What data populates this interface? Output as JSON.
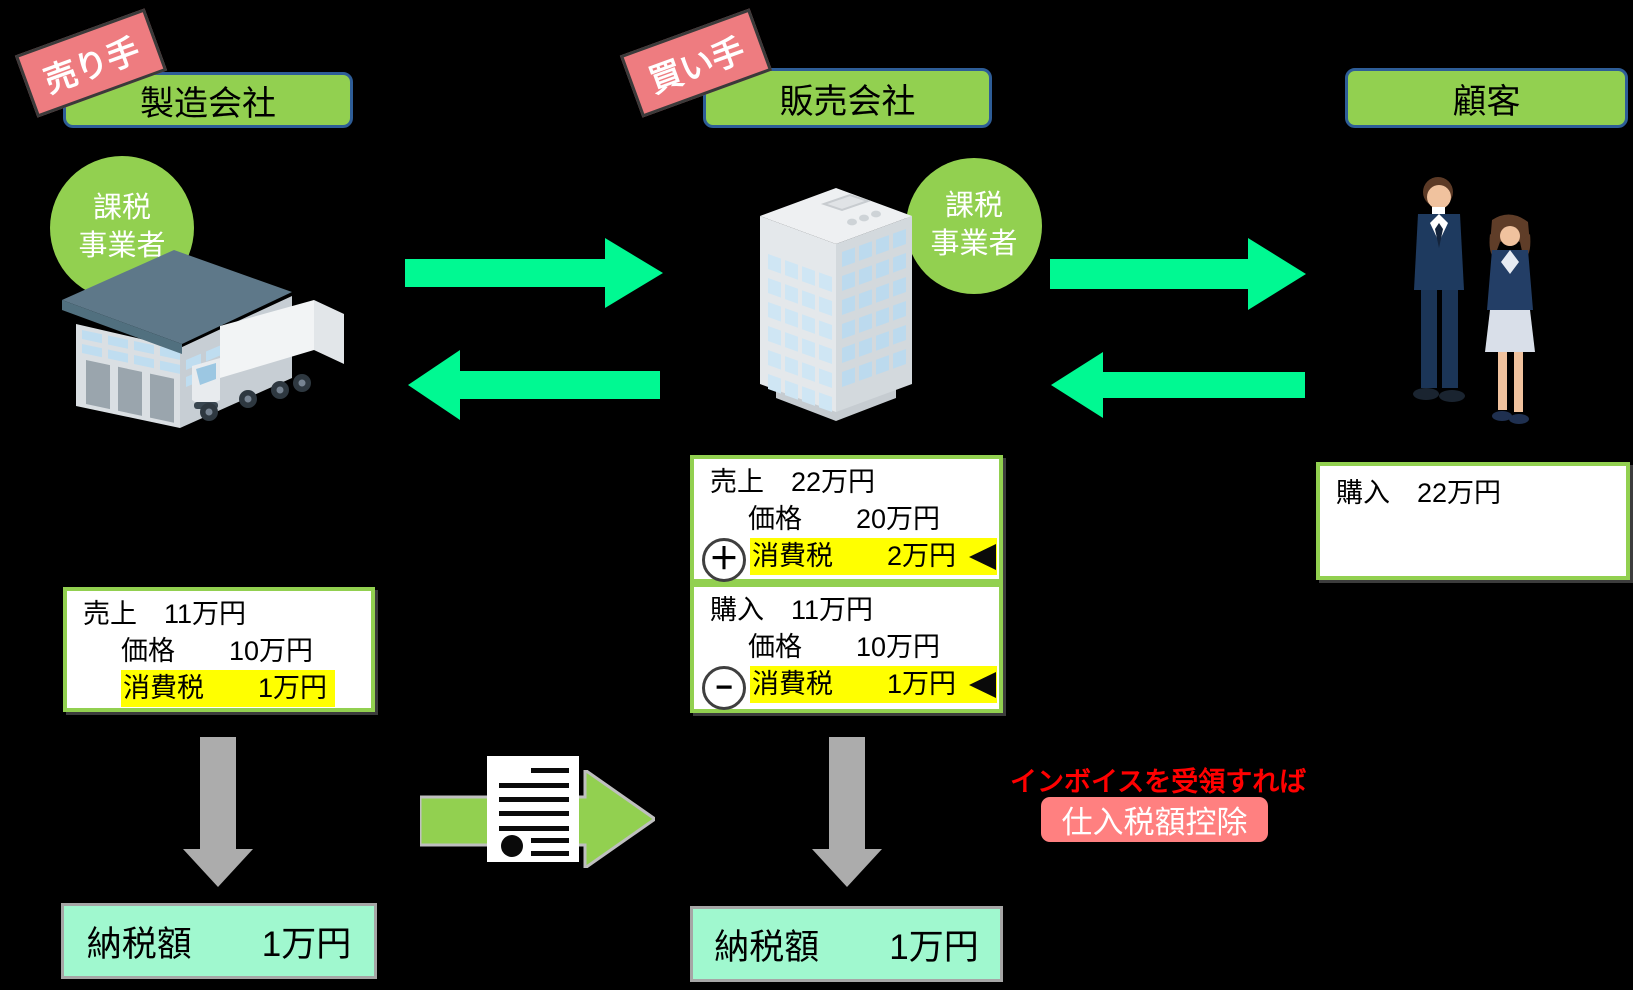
{
  "colors": {
    "background": "#000000",
    "accent_green": "#92D050",
    "title_border_blue": "#2E5D97",
    "flow_arrow_green": "#00F992",
    "role_tag_pink": "#EE7C80",
    "deduction_label_pink": "#FF8080",
    "highlight_yellow": "#FFFF00",
    "tax_box_mint": "#A0F8CF",
    "gray_arrow": "#ACACAC",
    "note_red": "#FF0000"
  },
  "seller": {
    "role_tag": "売り手",
    "title": "製造会社",
    "badge_line1": "課税",
    "badge_line2": "事業者",
    "ledger": {
      "line1": "売上　11万円",
      "line2": "価格　　10万円",
      "line3": "消費税　　1万円"
    },
    "tax_box": "納税額　　1万円"
  },
  "buyer": {
    "role_tag": "買い手",
    "title": "販売会社",
    "badge_line1": "課税",
    "badge_line2": "事業者",
    "sales_ledger": {
      "line1": "売上　22万円",
      "line2": "価格　　20万円",
      "op": "＋",
      "line3": "消費税　　2万円"
    },
    "purchase_ledger": {
      "line1": "購入　11万円",
      "line2": "価格　　10万円",
      "op": "−",
      "line3": "消費税　　1万円"
    },
    "tax_box": "納税額　　1万円"
  },
  "customer": {
    "title": "顧客",
    "ledger": {
      "line1": "購入　22万円"
    }
  },
  "invoice_note": {
    "condition": "インボイスを受領すれば",
    "label": "仕入税額控除"
  },
  "icons": {
    "factory": "factory-truck-illustration",
    "building": "office-building-illustration",
    "customers": "business-people-illustration",
    "invoice": "invoice-document-icon"
  }
}
